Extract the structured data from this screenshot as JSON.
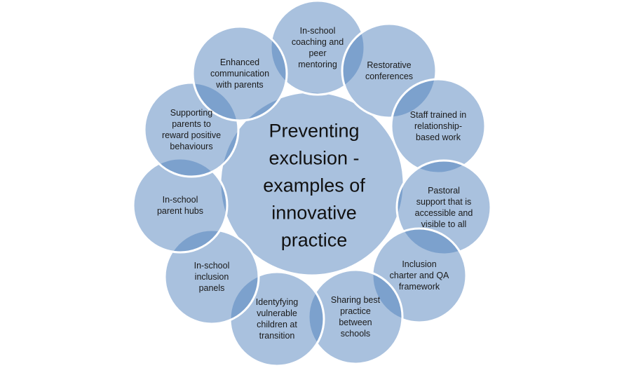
{
  "colors": {
    "fill": "#4b7dbb",
    "stroke": "#ffffff",
    "text": "#1a1a1a"
  },
  "center": {
    "label": "Preventing\nexclusion -\nexamples of\ninnovative\npractice"
  },
  "nodes": [
    {
      "label": "In-school\ncoaching and\npeer\nmentoring"
    },
    {
      "label": "Restorative\nconferences"
    },
    {
      "label": "Staff trained in\nrelationship-\nbased work"
    },
    {
      "label": "Pastoral\nsupport that is\naccessible and\nvisible to all"
    },
    {
      "label": "Inclusion\ncharter and QA\nframework"
    },
    {
      "label": "Sharing best\npractice\nbetween\nschools"
    },
    {
      "label": "Identyfying\nvulnerable\nchildren at\ntransition"
    },
    {
      "label": "In-school\ninclusion\npanels"
    },
    {
      "label": "In-school\nparent hubs"
    },
    {
      "label": "Supporting\nparents to\nreward positive\nbehaviours"
    },
    {
      "label": "Enhanced\ncommunication\nwith parents"
    }
  ]
}
